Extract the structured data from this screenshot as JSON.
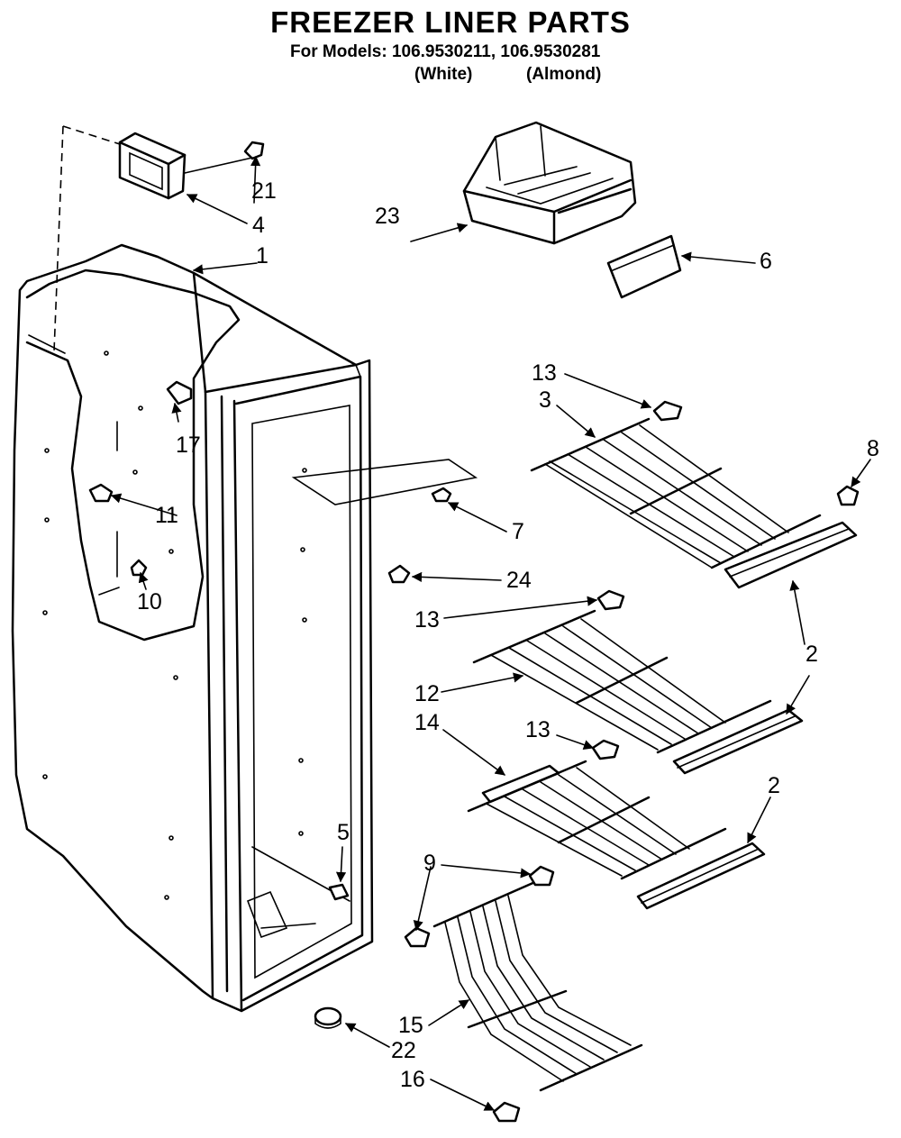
{
  "header": {
    "title": "FREEZER LINER PARTS",
    "models_line": "For Models: 106.9530211, 106.9530281",
    "variant_white": "(White)",
    "variant_almond": "(Almond)"
  },
  "parts": [
    {
      "id": "p1",
      "label": "1"
    },
    {
      "id": "p2a",
      "label": "2"
    },
    {
      "id": "p2b",
      "label": "2"
    },
    {
      "id": "p3",
      "label": "3"
    },
    {
      "id": "p4",
      "label": "4"
    },
    {
      "id": "p5",
      "label": "5"
    },
    {
      "id": "p6",
      "label": "6"
    },
    {
      "id": "p7",
      "label": "7"
    },
    {
      "id": "p8",
      "label": "8"
    },
    {
      "id": "p9",
      "label": "9"
    },
    {
      "id": "p10",
      "label": "10"
    },
    {
      "id": "p11",
      "label": "11"
    },
    {
      "id": "p12",
      "label": "12"
    },
    {
      "id": "p13a",
      "label": "13"
    },
    {
      "id": "p13b",
      "label": "13"
    },
    {
      "id": "p13c",
      "label": "13"
    },
    {
      "id": "p14",
      "label": "14"
    },
    {
      "id": "p15",
      "label": "15"
    },
    {
      "id": "p16",
      "label": "16"
    },
    {
      "id": "p17",
      "label": "17"
    },
    {
      "id": "p21",
      "label": "21"
    },
    {
      "id": "p22",
      "label": "22"
    },
    {
      "id": "p23",
      "label": "23"
    },
    {
      "id": "p24",
      "label": "24"
    }
  ]
}
